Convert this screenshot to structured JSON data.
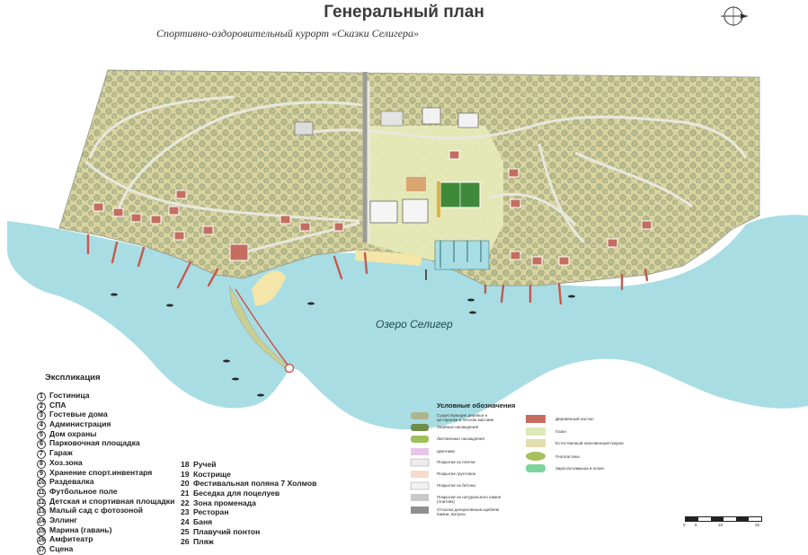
{
  "map": {
    "title": "Генеральный план",
    "subtitle": "Спортивно-оздоровительный курорт «Сказки Селигера»",
    "lake_label": "Озеро Селигер",
    "colors": {
      "water": "#a8dde4",
      "land": "#d8d5a0",
      "forest_tree": "#aeb58c",
      "meadow": "#e4e8b4",
      "sand": "#f3e7b0",
      "path": "#e6e6dc",
      "roof": "#c46e60",
      "pier": "#c8584a"
    }
  },
  "explication": {
    "title": "Экспликация",
    "items": [
      {
        "num": "1",
        "label": "Гостиница"
      },
      {
        "num": "2",
        "label": "СПА"
      },
      {
        "num": "3",
        "label": "Гостевые дома"
      },
      {
        "num": "4",
        "label": "Администрация"
      },
      {
        "num": "5",
        "label": "Дом охраны"
      },
      {
        "num": "6",
        "label": "Парковочная площадка"
      },
      {
        "num": "7",
        "label": "Гараж"
      },
      {
        "num": "8",
        "label": "Хоз.зона"
      },
      {
        "num": "9",
        "label": "Хранение спорт.инвентаря"
      },
      {
        "num": "10",
        "label": "Раздевалка"
      },
      {
        "num": "11",
        "label": "Футбольное поле"
      },
      {
        "num": "12",
        "label": "Детская и спортивная площадки"
      },
      {
        "num": "13",
        "label": "Малый сад с фотозоной"
      },
      {
        "num": "14",
        "label": "Эллинг"
      },
      {
        "num": "15",
        "label": "Марина (гавань)"
      },
      {
        "num": "16",
        "label": "Амфитеатр"
      },
      {
        "num": "17",
        "label": "Сцена"
      },
      {
        "num": "18",
        "label": "Ручей"
      },
      {
        "num": "19",
        "label": "Кострище"
      },
      {
        "num": "20",
        "label": "Фестивальная поляна 7 Холмов"
      },
      {
        "num": "21",
        "label": "Беседка для поцелуев"
      },
      {
        "num": "22",
        "label": "Зона променада"
      },
      {
        "num": "23",
        "label": "Ресторан"
      },
      {
        "num": "24",
        "label": "Баня"
      },
      {
        "num": "25",
        "label": "Плавучий понтон"
      },
      {
        "num": "26",
        "label": "Пляж"
      }
    ]
  },
  "legend": {
    "title": "Условные обозначения",
    "left_items": [
      {
        "label": "Существующие деревья и кустарники в лесном массиве",
        "color": "#aeb58c"
      },
      {
        "label": "Хвойные насаждения",
        "color": "#6f8d46"
      },
      {
        "label": "Лиственные насаждения",
        "color": "#9fbf5a"
      },
      {
        "label": "Цветники",
        "color": "#e8c6e8"
      },
      {
        "label": "Покрытие из плитки",
        "color": "#ececec"
      },
      {
        "label": "Покрытие грунтовое",
        "color": "#f6dccd"
      },
      {
        "label": "Покрытие из бетона",
        "color": "#f1f1f1"
      },
      {
        "label": "Покрытие из натурального камня (плитняк)",
        "color": "#c9c9c9"
      },
      {
        "label": "Отсыпка декоративным щебнем Камни, валуны",
        "color": "#8f8f8f"
      }
    ],
    "right_items": [
      {
        "label": "Деревянный настил",
        "color": "#c46e60"
      },
      {
        "label": "Газон",
        "color": "#dfe8b8"
      },
      {
        "label": "Естественный напочвенный покров",
        "color": "#e3ddb0"
      },
      {
        "label": "Геопластика",
        "color": "#a6c15c"
      },
      {
        "label": "Заросли камыша и осоки",
        "color": "#7fd49b"
      }
    ]
  },
  "scale": {
    "labels": [
      "0",
      "5",
      "15",
      "25"
    ]
  }
}
